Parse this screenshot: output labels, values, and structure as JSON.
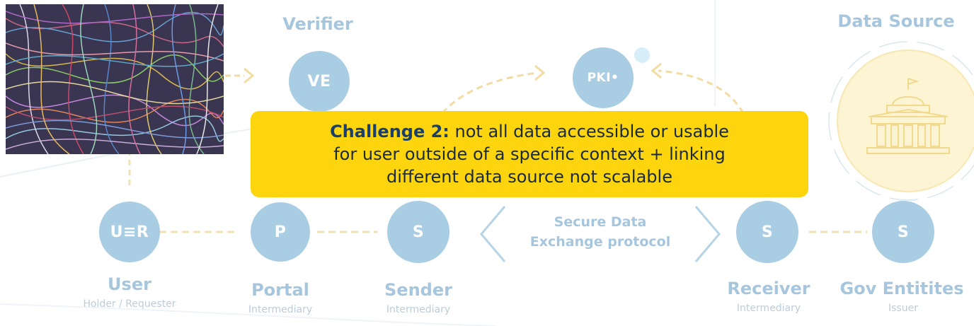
{
  "colors": {
    "node_fill": "#a9cde3",
    "label_color": "#a5c6dc",
    "callout_bg": "#fcd50f",
    "callout_heading": "#1a3f6b",
    "data_source_circle": "#fdf4d4"
  },
  "verifier": {
    "title": "Verifier",
    "node": "VE"
  },
  "data_source": {
    "title": "Data Source",
    "icon": "government-building-icon"
  },
  "pki": {
    "node": "PKI•"
  },
  "photo": {
    "icon": "tangled-cables-photo"
  },
  "callout": {
    "heading": "Challenge 2:",
    "line1": " not all data accessible or usable",
    "line2": "for user outside of a specific context + linking",
    "line3": "different data source not scalable"
  },
  "protocol": {
    "line1": "Secure Data",
    "line2": "Exchange protocol"
  },
  "nodes": [
    {
      "node": "U≡R",
      "title": "User",
      "sub": "Holder / Requester"
    },
    {
      "node": "P",
      "title": "Portal",
      "sub": "Intermediary"
    },
    {
      "node": "S",
      "title": "Sender",
      "sub": "Intermediary"
    },
    {
      "node": "S",
      "title": "Receiver",
      "sub": "Intermediary"
    },
    {
      "node": "S",
      "title": "Gov Entitites",
      "sub": "Issuer"
    }
  ]
}
